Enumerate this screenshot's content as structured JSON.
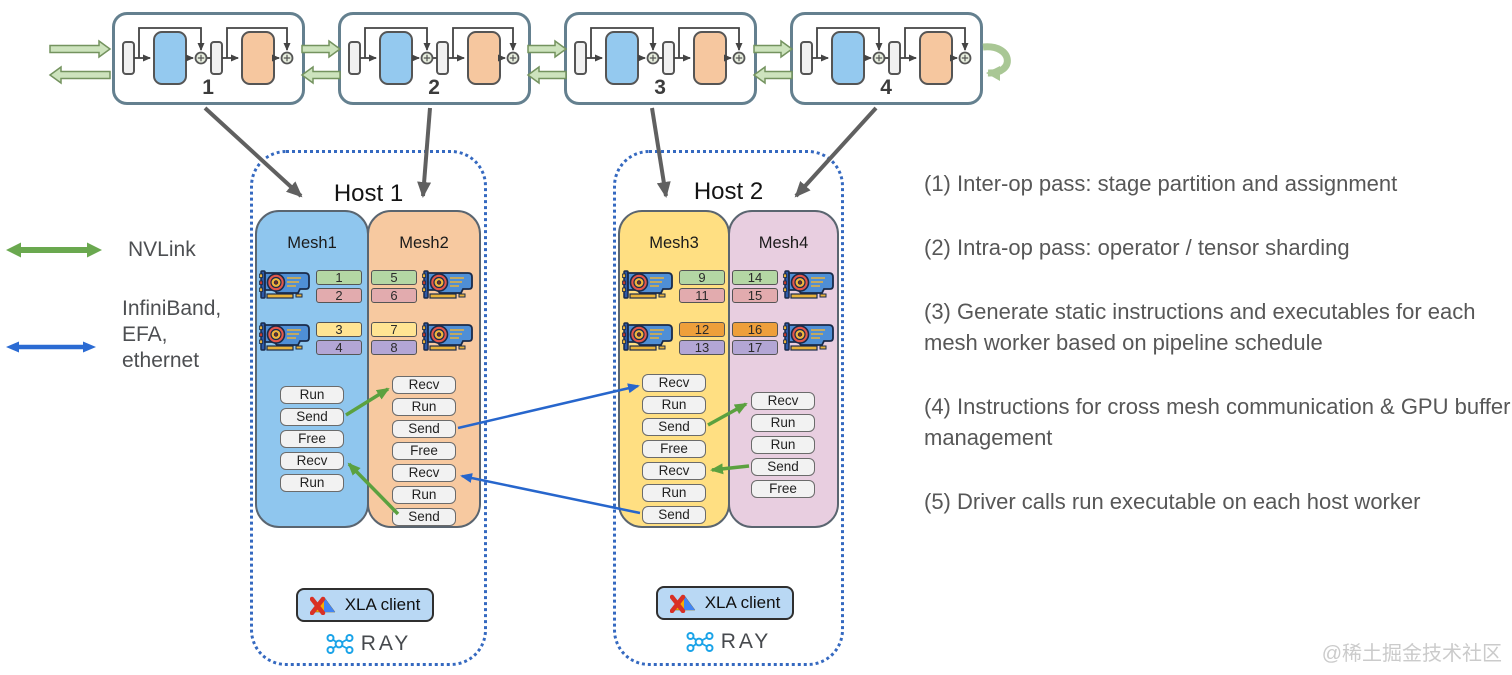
{
  "pipeline": {
    "stages": [
      {
        "number": "1"
      },
      {
        "number": "2"
      },
      {
        "number": "3"
      },
      {
        "number": "4"
      }
    ]
  },
  "legend": {
    "items": [
      {
        "icon": "green-double-arrow",
        "label": "NVLink",
        "color": "#6aa84f"
      },
      {
        "icon": "blue-double-arrow",
        "lines": [
          "InfiniBand,",
          "EFA,",
          "ethernet"
        ],
        "color": "#2b6bd3"
      }
    ]
  },
  "hosts": [
    {
      "title": "Host 1",
      "xla_label": "XLA client",
      "ray_label": "RAY",
      "meshes": [
        {
          "name": "Mesh1",
          "color": "#8fc6ee",
          "gpus": [
            {
              "chips": [
                {
                  "label": "1",
                  "color": "#b4d7a4"
                },
                {
                  "label": "2",
                  "color": "#e2abae"
                }
              ]
            },
            {
              "chips": [
                {
                  "label": "3",
                  "color": "#ffe493"
                },
                {
                  "label": "4",
                  "color": "#b3a6d5"
                }
              ]
            }
          ],
          "instructions": [
            "Run",
            "Send",
            "Free",
            "Recv",
            "Run"
          ]
        },
        {
          "name": "Mesh2",
          "color": "#f7c9a0",
          "gpus": [
            {
              "chips": [
                {
                  "label": "5",
                  "color": "#b4d7a4"
                },
                {
                  "label": "6",
                  "color": "#e2abae"
                }
              ]
            },
            {
              "chips": [
                {
                  "label": "7",
                  "color": "#ffe493"
                },
                {
                  "label": "8",
                  "color": "#b3a6d5"
                }
              ]
            }
          ],
          "instructions": [
            "Recv",
            "Run",
            "Send",
            "Free",
            "Recv",
            "Run",
            "Send"
          ]
        }
      ]
    },
    {
      "title": "Host 2",
      "xla_label": "XLA client",
      "ray_label": "RAY",
      "meshes": [
        {
          "name": "Mesh3",
          "color": "#ffdf82",
          "gpus": [
            {
              "chips": [
                {
                  "label": "9",
                  "color": "#b4d7a4"
                },
                {
                  "label": "11",
                  "color": "#e2abae"
                }
              ]
            },
            {
              "chips": [
                {
                  "label": "12",
                  "color": "#ee9f3b"
                },
                {
                  "label": "13",
                  "color": "#b3a6d5"
                }
              ]
            }
          ],
          "instructions": [
            "Recv",
            "Run",
            "Send",
            "Free",
            "Recv",
            "Run",
            "Send"
          ]
        },
        {
          "name": "Mesh4",
          "color": "#e8cee0",
          "gpus": [
            {
              "chips": [
                {
                  "label": "14",
                  "color": "#b4d7a4"
                },
                {
                  "label": "15",
                  "color": "#e2abae"
                }
              ]
            },
            {
              "chips": [
                {
                  "label": "16",
                  "color": "#ee9f3b"
                },
                {
                  "label": "17",
                  "color": "#b3a6d5"
                }
              ]
            }
          ],
          "instructions": [
            "Recv",
            "Run",
            "Run",
            "Send",
            "Free"
          ]
        }
      ]
    }
  ],
  "annotations": [
    "(1) Inter-op pass: stage partition and assignment",
    "(2) Intra-op pass: operator / tensor sharding",
    "(3) Generate static instructions and executables for each mesh worker based on pipeline schedule",
    "(4) Instructions for cross mesh communication & GPU buffer management",
    "(5) Driver calls run executable on each host worker"
  ],
  "watermark": {
    "text": "@稀土掘金技术社区"
  },
  "colors": {
    "nvlink_green": "#6aa84f",
    "interconnect_blue": "#2b6bd3",
    "stage_arrow_gray": "#606060",
    "pipeline_arrow_fill": "#cde3bd",
    "pipeline_arrow_stroke": "#74935f",
    "host_border_blue": "#3569c0"
  }
}
